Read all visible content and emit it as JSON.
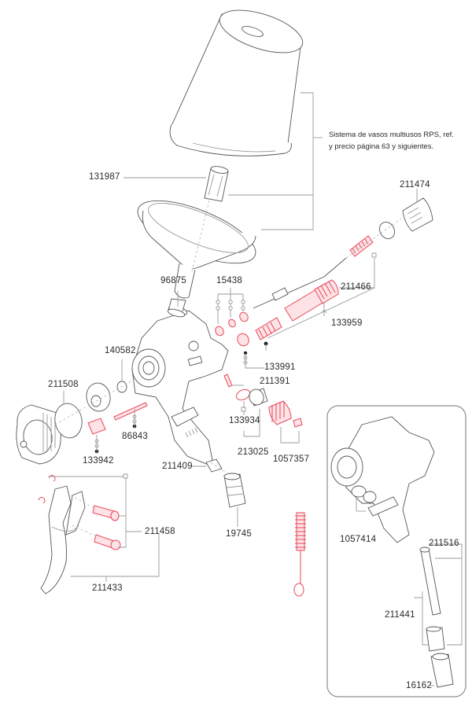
{
  "title": "Exploded parts diagram – gravity spray gun",
  "colors": {
    "highlight_part": "#e8475a",
    "line_art": "#555555",
    "leader": "#9a9a9a",
    "text": "#2a2a2a",
    "inset_border": "#8c8c8c"
  },
  "note": {
    "text": "Sistema de vasos multiusos RPS, ref. y precio página 63 y siguientes."
  },
  "parts": {
    "p131987": "131987",
    "p211474": "211474",
    "p96875": "96875",
    "p15438": "15438",
    "p211466": "211466",
    "p133959": "133959",
    "p140582": "140582",
    "p133991": "133991",
    "p211508": "211508",
    "p211391": "211391",
    "p86843": "86843",
    "p133934": "133934",
    "p133942": "133942",
    "p213025": "213025",
    "p1057357": "1057357",
    "p211409": "211409",
    "p211458": "211458",
    "p19745": "19745",
    "p211433": "211433"
  },
  "inset": {
    "p1057414": "1057414",
    "p211516": "211516",
    "p211441": "211441",
    "p16162": "16162"
  }
}
